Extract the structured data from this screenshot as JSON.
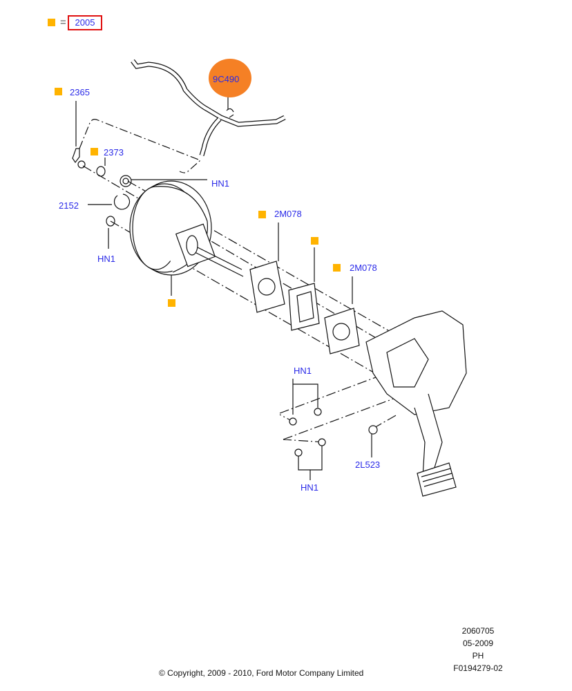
{
  "legend": {
    "equals": "=",
    "code": "2005",
    "marker_color": "#ffb300",
    "box_color": "#e01010"
  },
  "highlight": {
    "label": "9C490",
    "color": "#f58025"
  },
  "callouts": {
    "c2365": "2365",
    "c2373": "2373",
    "hn1_top": "HN1",
    "c2152": "2152",
    "hn1_left": "HN1",
    "c2m078_a": "2M078",
    "c2m078_b": "2M078",
    "hn1_mid": "HN1",
    "c2l523": "2L523",
    "hn1_bottom": "HN1"
  },
  "info": {
    "number": "2060705",
    "date": "05-2009",
    "code": "PH",
    "figure": "F0194279-02"
  },
  "copyright": "© Copyright, 2009 - 2010, Ford Motor Company Limited",
  "label_color": "#2a2ae8"
}
